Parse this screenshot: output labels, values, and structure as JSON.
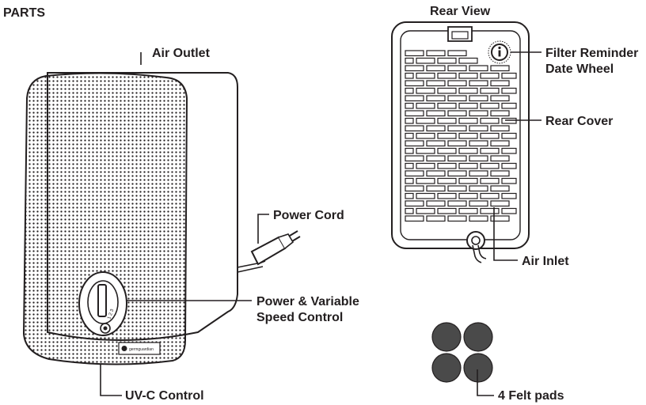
{
  "diagram": {
    "title": "PARTS",
    "rear_view_title": "Rear View",
    "labels": {
      "air_outlet": "Air Outlet",
      "power_cord": "Power Cord",
      "power_speed_line1": "Power & Variable",
      "power_speed_line2": "Speed Control",
      "uvc_control": "UV-C Control",
      "filter_reminder_line1": "Filter Reminder",
      "filter_reminder_line2": "Date Wheel",
      "rear_cover": "Rear Cover",
      "air_inlet": "Air Inlet",
      "felt_pads": "4 Felt pads"
    },
    "brand_logo_text": "germguardian",
    "knob_markings": "1 2 3"
  },
  "colors": {
    "ink": "#231f20",
    "felt_pad": "#4a4a4a",
    "background": "#ffffff"
  }
}
